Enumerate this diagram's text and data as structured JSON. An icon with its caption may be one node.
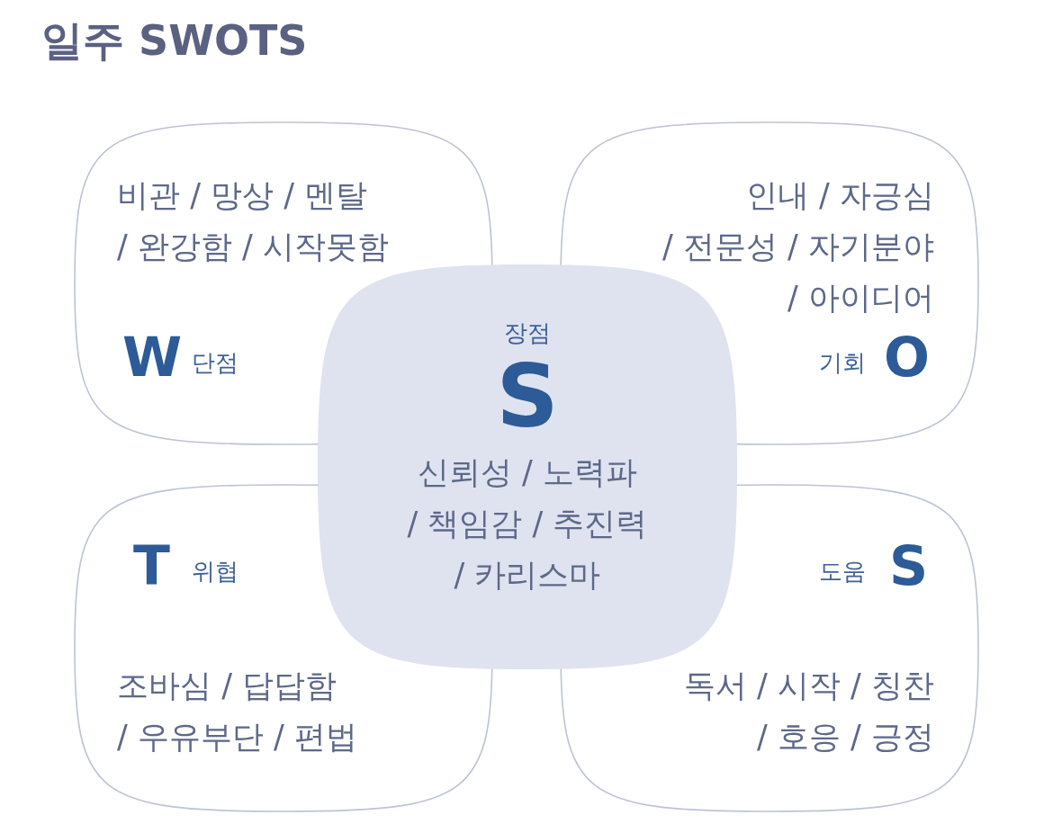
{
  "diagram": {
    "title": "일주 SWOTS",
    "nodes": [
      {
        "text": [
          "비관 / 망상 / 멘탈 / 완강함 / 시작못함",
          "W",
          "단점"
        ]
      },
      {
        "text": [
          "인내 / 자긍심 / 전문성 / 자기분야 / 아이디어",
          "기회",
          "O"
        ]
      },
      {
        "text": [
          "장점",
          "S",
          "신뢰성 / 노력파 / 책임감 / 추진력 / 카리스마"
        ]
      },
      {
        "text": [
          "T",
          "위협",
          "조바심 / 답답함 / 우유부단 / 편법"
        ]
      },
      {
        "text": [
          "도움",
          "S",
          "독서 / 시작 / 칭찬 / 호응 / 긍정"
        ]
      }
    ]
  }
}
